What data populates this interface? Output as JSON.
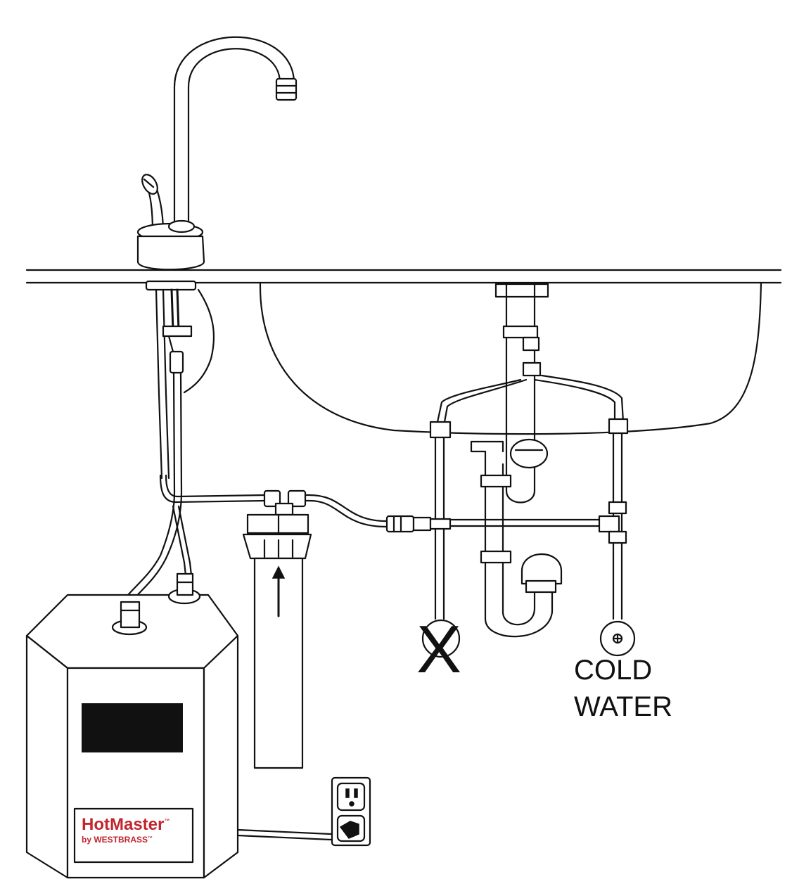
{
  "labels": {
    "cold_water_line1": "COLD",
    "cold_water_line2": "WATER",
    "closed_outlet_mark": "X"
  },
  "tank_label": {
    "brand": "HotMaster",
    "brand_mark": "™",
    "maker": "by WESTBRASS",
    "maker_mark": "™"
  },
  "colors": {
    "line": "#111111",
    "brand_red": "#c0262d",
    "display": "#111111",
    "background": "#ffffff"
  }
}
